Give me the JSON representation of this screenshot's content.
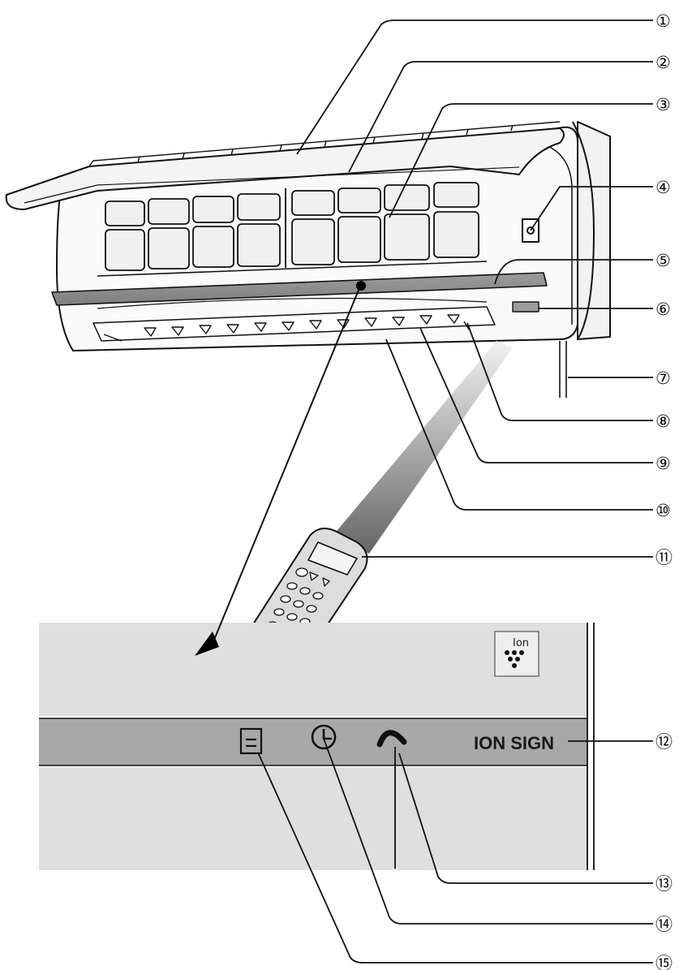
{
  "callouts": [
    {
      "id": 1,
      "label": "①"
    },
    {
      "id": 2,
      "label": "②"
    },
    {
      "id": 3,
      "label": "③"
    },
    {
      "id": 4,
      "label": "④"
    },
    {
      "id": 5,
      "label": "⑤"
    },
    {
      "id": 6,
      "label": "⑥"
    },
    {
      "id": 7,
      "label": "⑦"
    },
    {
      "id": 8,
      "label": "⑧"
    },
    {
      "id": 9,
      "label": "⑨"
    },
    {
      "id": 10,
      "label": "⑩"
    },
    {
      "id": 11,
      "label": "⑪"
    },
    {
      "id": 12,
      "label": "⑫"
    },
    {
      "id": 13,
      "label": "⑬"
    },
    {
      "id": 14,
      "label": "⑭"
    },
    {
      "id": 15,
      "label": "⑮"
    }
  ],
  "display_panel": {
    "ion_sign_text": "ION SIGN",
    "ion_badge_text": "Ion"
  },
  "icons": [
    "power-icon",
    "clock-icon",
    "fan-swing-icon",
    "ion-cluster-icon"
  ]
}
